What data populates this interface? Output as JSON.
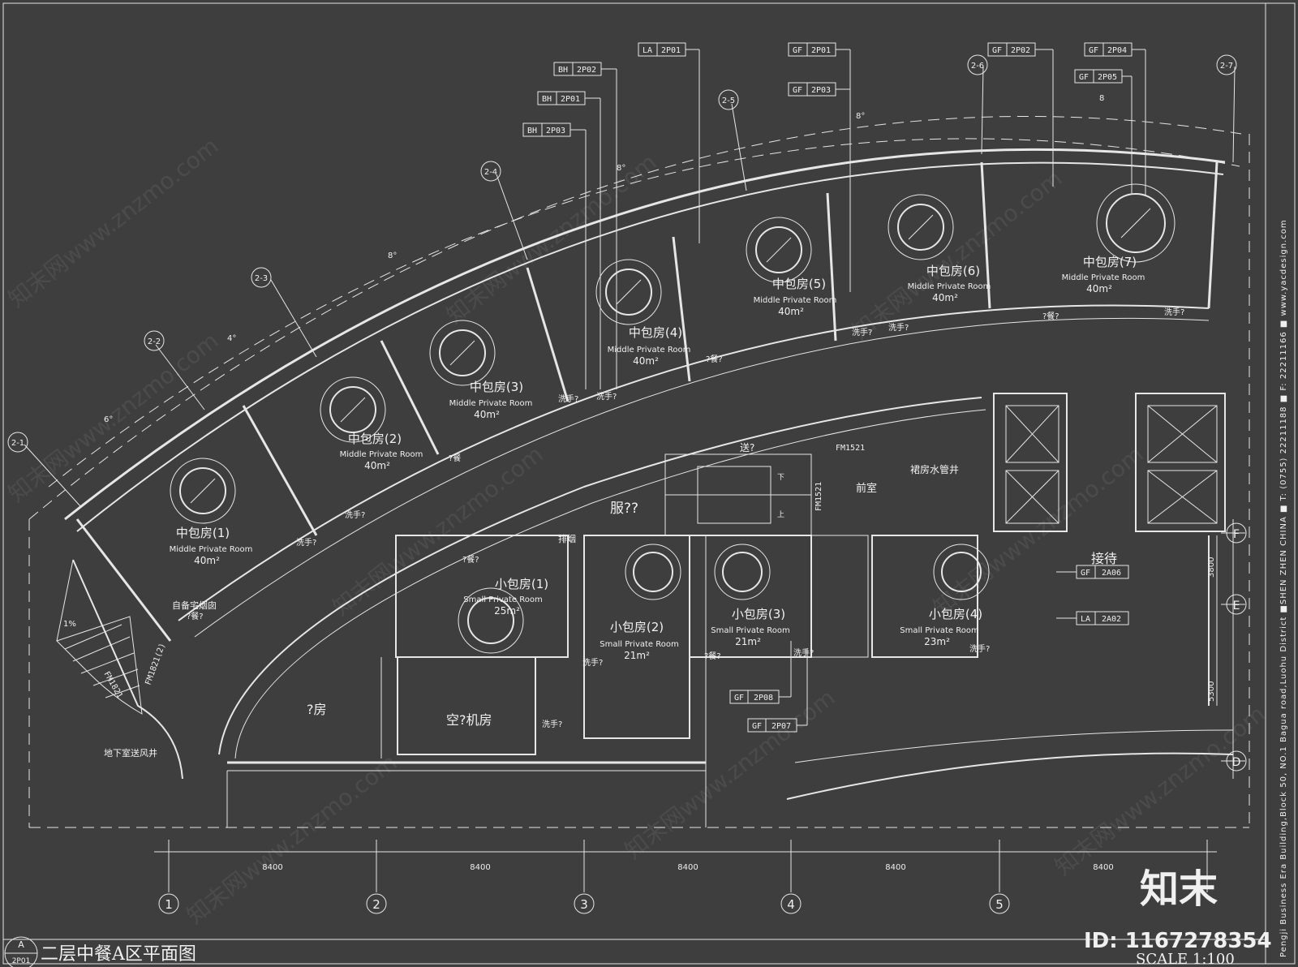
{
  "drawing": {
    "title": "二层中餐A区平面图",
    "scale": "SCALE 1:100",
    "sheet_code_top": "A",
    "sheet_code_bottom": "2P01",
    "side_info": "Pengji Business Era Building,Block 50, NO.1 Bagua road,Luohu District ■SHEN ZHEN CHINA ■ T: (0755) 22211188 ■ F: 22211166 ■ www.yacdesign.com",
    "logo": "知末",
    "id_label": "ID: 1167278354",
    "watermark": "知末网www.znzmo.com"
  },
  "axes_bottom": [
    {
      "label": "1",
      "x": 0
    },
    {
      "label": "2",
      "x": 1
    },
    {
      "label": "3",
      "x": 2
    },
    {
      "label": "4",
      "x": 3
    },
    {
      "label": "5",
      "x": 4
    }
  ],
  "dims_bottom": [
    "8400",
    "8400",
    "8400",
    "8400",
    "8400"
  ],
  "axes_right": [
    "F",
    "E",
    "D"
  ],
  "dims_right": [
    "3800",
    "5300"
  ],
  "axes_curve": [
    "2-1",
    "2-2",
    "2-3",
    "2-4",
    "2-5",
    "2-6",
    "2-7"
  ],
  "curve_dims": [
    "6°",
    "4°",
    "8°",
    "8°",
    "8°",
    "8"
  ],
  "rooms_middle": [
    {
      "cn": "中包房(1)",
      "en": "Middle Private Room",
      "area": "40m²"
    },
    {
      "cn": "中包房(2)",
      "en": "Middle Private Room",
      "area": "40m²"
    },
    {
      "cn": "中包房(3)",
      "en": "Middle Private Room",
      "area": "40m²"
    },
    {
      "cn": "中包房(4)",
      "en": "Middle Private Room",
      "area": "40m²"
    },
    {
      "cn": "中包房(5)",
      "en": "Middle Private Room",
      "area": "40m²"
    },
    {
      "cn": "中包房(6)",
      "en": "Middle Private Room",
      "area": "40m²"
    },
    {
      "cn": "中包房(7)",
      "en": "Middle Private Room",
      "area": "40m²"
    }
  ],
  "rooms_small": [
    {
      "cn": "小包房(1)",
      "en": "Small Private Room",
      "area": "25m²"
    },
    {
      "cn": "小包房(2)",
      "en": "Small Private Room",
      "area": "21m²"
    },
    {
      "cn": "小包房(3)",
      "en": "Small Private Room",
      "area": "21m²"
    },
    {
      "cn": "小包房(4)",
      "en": "Small Private Room",
      "area": "23m²"
    }
  ],
  "labels": {
    "washroom": "洗手?",
    "pantry": "?餐?",
    "pantry2": "?餐",
    "backup_flue": "自备宅烟囱",
    "smoke_exhaust": "排烟",
    "clothes": "服??",
    "delivery": "送?",
    "fm1521": "FM1521",
    "anteroom": "前室",
    "shaft": "裙房水管井",
    "reception": "接待",
    "room": "?房",
    "ac_room": "空?机房",
    "basement_vent": "地下室送风井",
    "fm1821a": "FM1821",
    "fm1821b": "FM1821(2)",
    "slope": "1%",
    "down": "下",
    "up": "上"
  },
  "tags": [
    {
      "a": "LA",
      "b": "2P01"
    },
    {
      "a": "BH",
      "b": "2P02"
    },
    {
      "a": "BH",
      "b": "2P01"
    },
    {
      "a": "BH",
      "b": "2P03"
    },
    {
      "a": "GF",
      "b": "2P01"
    },
    {
      "a": "GF",
      "b": "2P03"
    },
    {
      "a": "GF",
      "b": "2P02"
    },
    {
      "a": "GF",
      "b": "2P04"
    },
    {
      "a": "GF",
      "b": "2P05"
    },
    {
      "a": "GF",
      "b": "2A06"
    },
    {
      "a": "LA",
      "b": "2A02"
    },
    {
      "a": "GF",
      "b": "2P08"
    },
    {
      "a": "GF",
      "b": "2P07"
    }
  ]
}
